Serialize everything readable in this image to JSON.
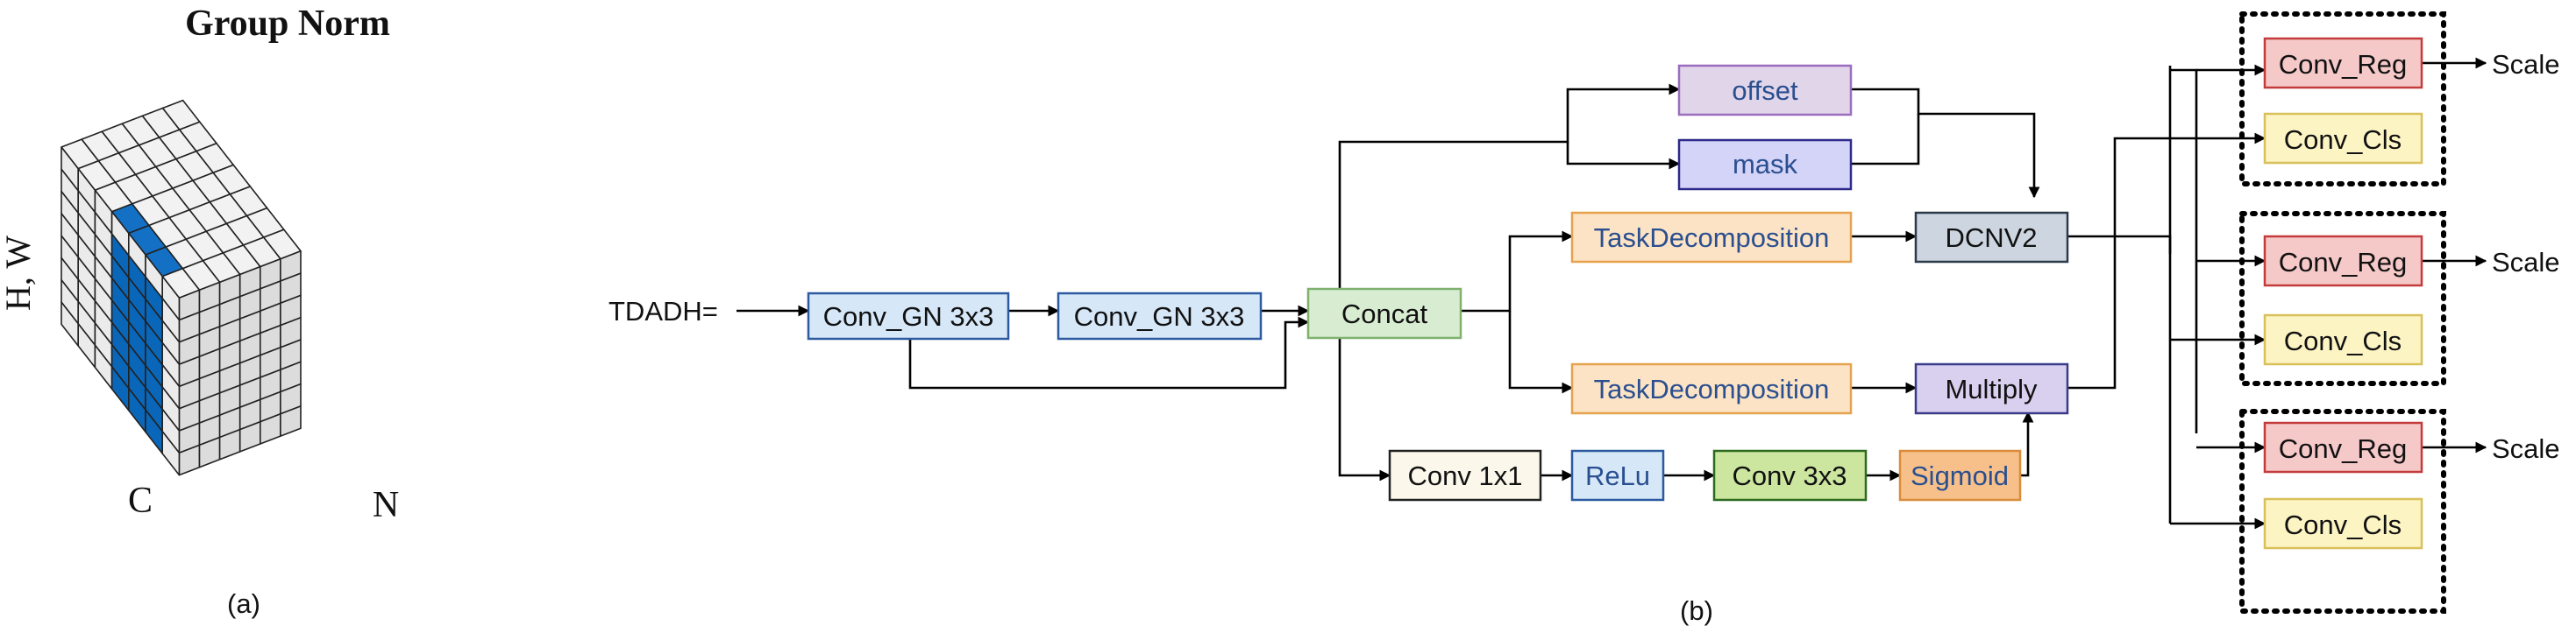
{
  "panel_a": {
    "title": "Group Norm",
    "axis_hw": "H, W",
    "axis_c": "C",
    "axis_n": "N",
    "caption": "(a)",
    "colors": {
      "highlight_front": "#0a66b8",
      "highlight_side": "#0857a0",
      "highlight_top": "#1470c4",
      "cell_front": "#ebebeb",
      "cell_side": "#dcdcdc",
      "cell_top": "#f2f2f2"
    }
  },
  "panel_b": {
    "caption": "(b)",
    "input_label": "TDADH=",
    "nodes": {
      "conv_gn_1": "Conv_GN 3x3",
      "conv_gn_2": "Conv_GN 3x3",
      "concat": "Concat",
      "offset": "offset",
      "mask": "mask",
      "task_decomp_1": "TaskDecomposition",
      "task_decomp_2": "TaskDecomposition",
      "dcnv2": "DCNV2",
      "multiply": "Multiply",
      "conv1x1": "Conv 1x1",
      "relu": "ReLu",
      "conv3x3": "Conv 3x3",
      "sigmoid": "Sigmoid"
    },
    "heads": [
      {
        "reg": "Conv_Reg",
        "cls": "Conv_Cls",
        "out": "Scale"
      },
      {
        "reg": "Conv_Reg",
        "cls": "Conv_Cls",
        "out": "Scale"
      },
      {
        "reg": "Conv_Reg",
        "cls": "Conv_Cls",
        "out": "Scale"
      }
    ],
    "colors": {
      "blue_fill": "#d6e7f8",
      "blue_stroke": "#2c5aa0",
      "green_fill": "#d8ecd2",
      "green_stroke": "#7fb06e",
      "purple_fill": "#e1d5e9",
      "purple_stroke": "#9b6dbf",
      "mask_fill": "#d4d3f8",
      "mask_stroke": "#2e2a8a",
      "orange_fill": "#fde3c5",
      "orange_stroke": "#e6a24c",
      "gray_fill": "#cdd6e0",
      "gray_stroke": "#2b3a4a",
      "multiply_fill": "#d8d0ee",
      "multiply_stroke": "#3a3a8a",
      "cream_fill": "#fbf7ea",
      "cream_stroke": "#222222",
      "lime_fill": "#cce6a0",
      "lime_stroke": "#2c6a1e",
      "peach_fill": "#f7c08a",
      "peach_stroke": "#d98c3a",
      "red_fill": "#f6c9c9",
      "red_stroke": "#c43b3b",
      "yellow_fill": "#fdf4c4",
      "yellow_stroke": "#d8c05a",
      "text_blue": "#2a4f8f"
    }
  }
}
